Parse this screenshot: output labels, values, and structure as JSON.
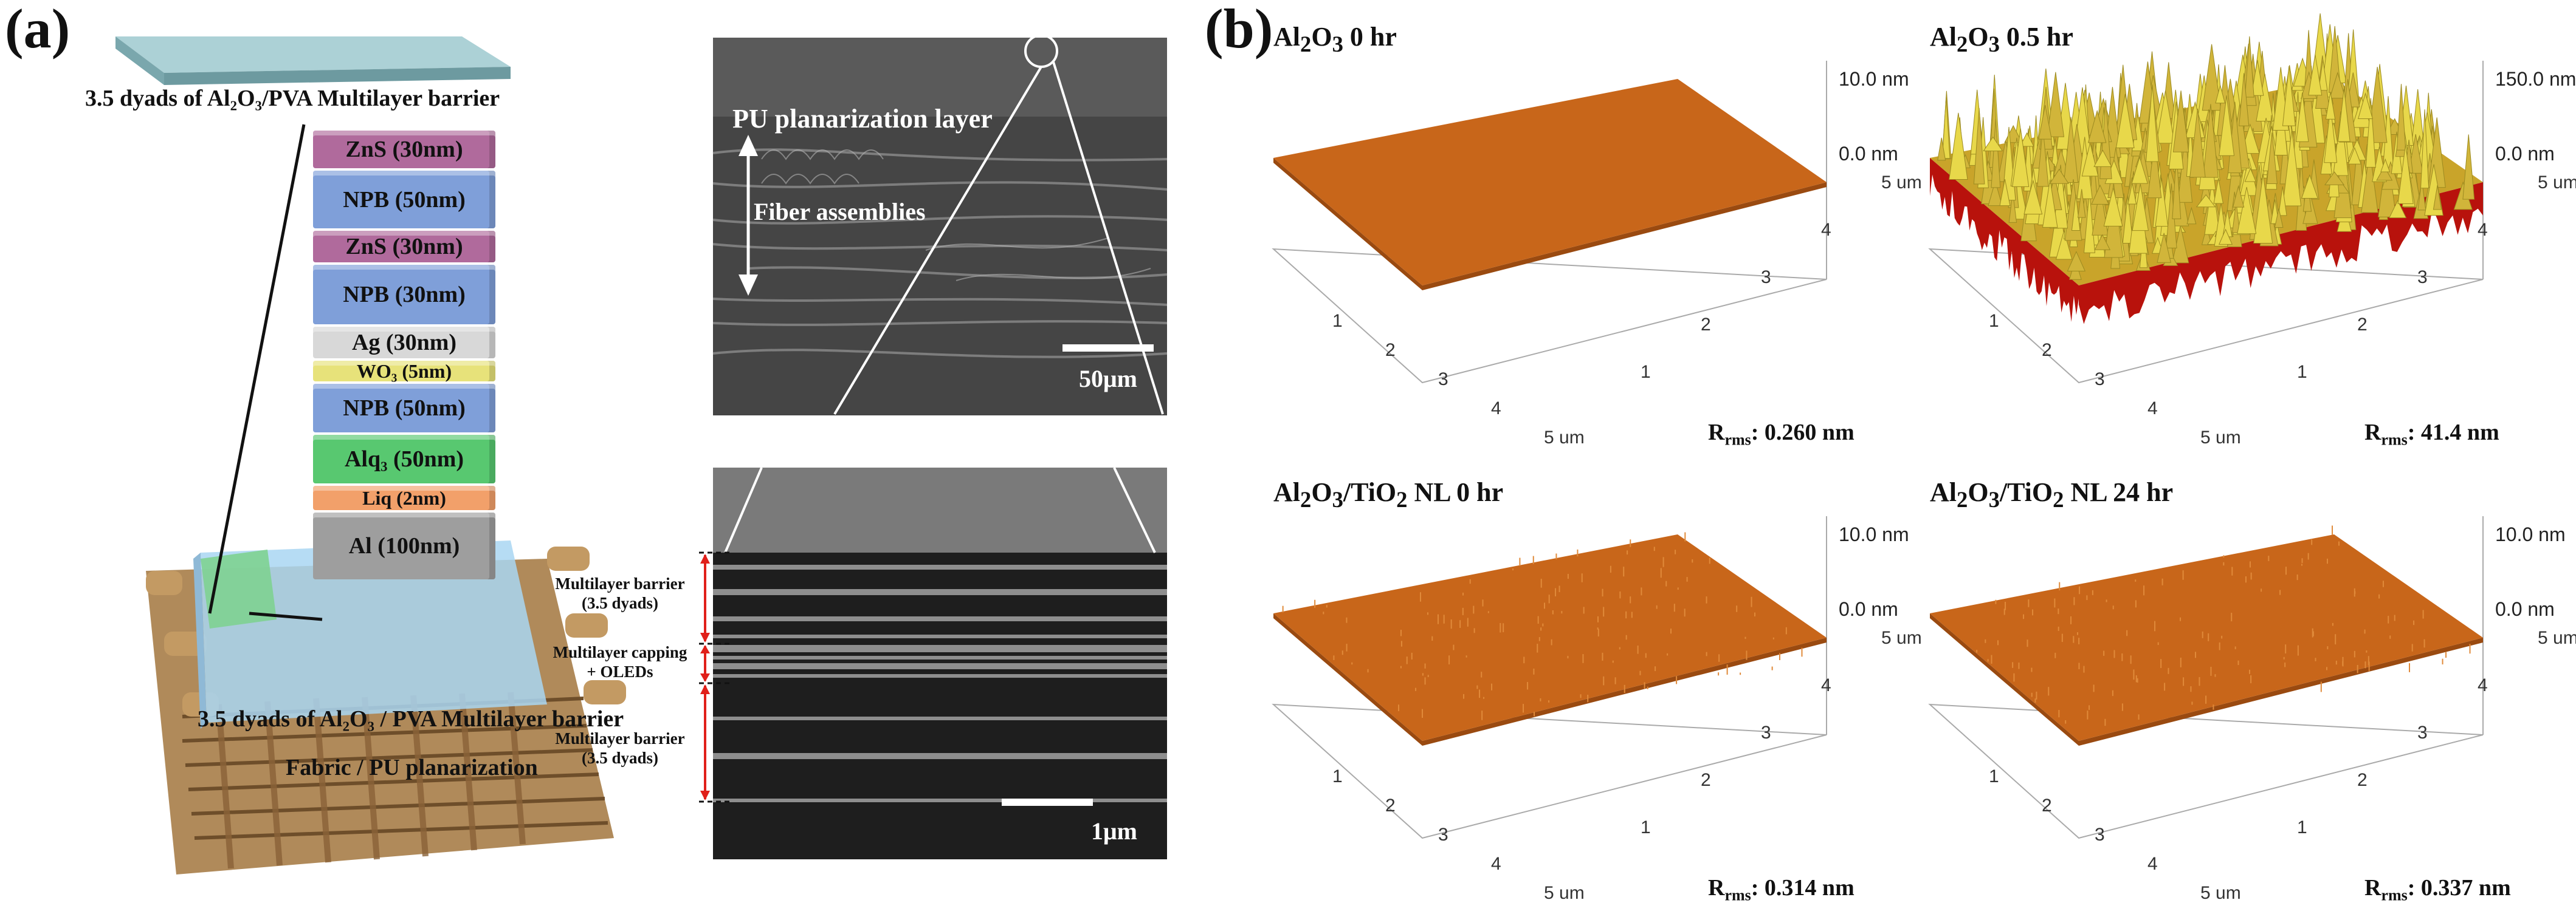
{
  "panel_a": {
    "letter": "(a)",
    "top_barrier_label": "3.5 dyads of Al₂O₃/PVA Multilayer barrier",
    "bottom_barrier_label": "3.5 dyads of Al₂O₃ / PVA Multilayer barrier",
    "fabric_label": "Fabric / PU planarization",
    "layers": [
      {
        "label": "ZnS (30nm)",
        "color": "#b06a9c"
      },
      {
        "label": "NPB (50nm)",
        "color": "#7f9fd9"
      },
      {
        "label": "ZnS (30nm)",
        "color": "#b06a9c"
      },
      {
        "label": "NPB (30nm)",
        "color": "#7f9fd9"
      },
      {
        "label": "Ag (30nm)",
        "color": "#d8d8d8"
      },
      {
        "label": "WO₃ (5nm)",
        "color": "#e7e27a"
      },
      {
        "label": "NPB (50nm)",
        "color": "#7f9fd9"
      },
      {
        "label": "Alq₃ (50nm)",
        "color": "#58c870"
      },
      {
        "label": "Liq (2nm)",
        "color": "#f2a06a"
      },
      {
        "label": "Al (100nm)",
        "color": "#9e9e9e"
      }
    ],
    "sem_top": {
      "planarization_label": "PU planarization layer",
      "fiber_label": "Fiber assemblies",
      "scale_label": "50μm"
    },
    "sem_bottom": {
      "scale_label": "1μm",
      "annotations": [
        {
          "line1": "Multilayer barrier",
          "line2": "(3.5 dyads)"
        },
        {
          "line1": "Multilayer capping",
          "line2": "+ OLEDs"
        },
        {
          "line1": "Multilayer barrier",
          "line2": "(3.5 dyads)"
        }
      ]
    }
  },
  "panel_b": {
    "letter": "(b)",
    "plots": [
      {
        "title": "Al2O3 0 hr",
        "title_main": "Al",
        "title_s1": "2",
        "title_mid": "O",
        "title_s2": "3",
        "title_rest": " 0 hr",
        "z_top": "10.0 nm",
        "z_mid": "0.0 nm",
        "rms_prefix": "R",
        "rms_sub": "rms",
        "rms_value": ": 0.260 nm",
        "roughness": "flat"
      },
      {
        "title": "Al2O3 0.5 hr",
        "title_main": "Al",
        "title_s1": "2",
        "title_mid": "O",
        "title_s2": "3",
        "title_rest": " 0.5 hr",
        "z_top": "150.0 nm",
        "z_mid": "0.0 nm",
        "rms_prefix": "R",
        "rms_sub": "rms",
        "rms_value": ": 41.4 nm",
        "roughness": "rough"
      },
      {
        "title": "Al2O3/TiO2 NL 0 hr",
        "title_main": "Al",
        "title_s1": "2",
        "title_mid": "O",
        "title_s2": "3",
        "title_rest": "/TiO",
        "title_s3": "2",
        "title_tail": " NL 0 hr",
        "z_top": "10.0 nm",
        "z_mid": "0.0 nm",
        "rms_prefix": "R",
        "rms_sub": "rms",
        "rms_value": ": 0.314 nm",
        "roughness": "fine"
      },
      {
        "title": "Al2O3/TiO2 NL 24 hr",
        "title_main": "Al",
        "title_s1": "2",
        "title_mid": "O",
        "title_s2": "3",
        "title_rest": "/TiO",
        "title_s3": "2",
        "title_tail": " NL 24 hr",
        "z_top": "10.0 nm",
        "z_mid": "0.0 nm",
        "rms_prefix": "R",
        "rms_sub": "rms",
        "rms_value": ": 0.337 nm",
        "roughness": "fine"
      }
    ],
    "axis_ticks": [
      "1",
      "2",
      "3",
      "4",
      "5 um"
    ],
    "colors": {
      "surface": "#c8661a",
      "surface_dark": "#9a4a10",
      "peak": "#e8d84a",
      "valley": "#b8120c"
    }
  }
}
